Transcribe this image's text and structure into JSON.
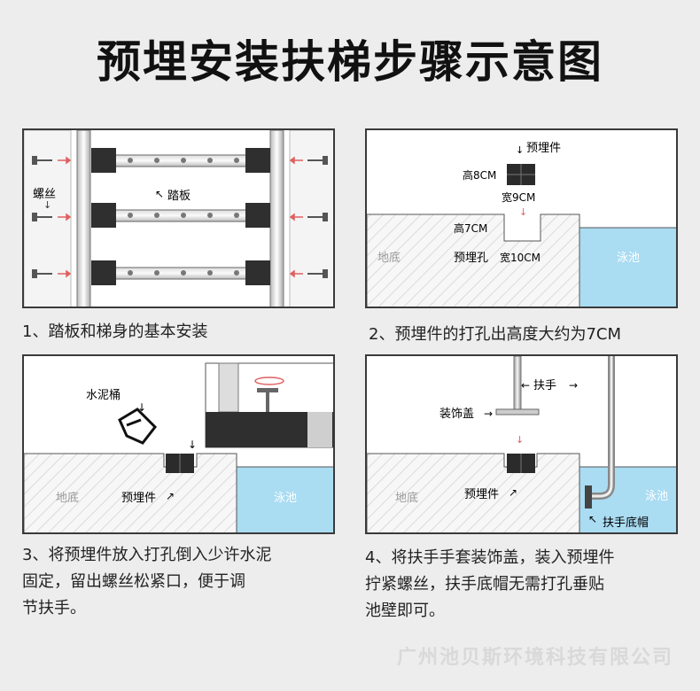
{
  "title": "预埋安装扶梯步骤示意图",
  "panel1": {
    "label_screw": "螺丝",
    "label_step": "踏板",
    "caption": "1、踏板和梯身的基本安装"
  },
  "panel2": {
    "label_embed": "预埋件",
    "label_h8": "高8CM",
    "label_w9": "宽9CM",
    "label_h7": "高7CM",
    "label_ground": "地底",
    "label_hole": "预埋孔",
    "label_w10": "宽10CM",
    "label_pool": "泳池",
    "caption": "2、预埋件的打孔出高度大约为7CM"
  },
  "panel3": {
    "label_cement": "水泥桶",
    "label_ground": "地底",
    "label_embed": "预埋件",
    "label_pool": "泳池",
    "caption_lines": [
      "3、将预埋件放入打孔倒入少许水泥",
      "固定，留出螺丝松紧口，便于调",
      "节扶手。"
    ]
  },
  "panel4": {
    "label_handrail": "扶手",
    "label_cover": "装饰盖",
    "label_ground": "地底",
    "label_embed": "预埋件",
    "label_pool": "泳池",
    "label_base": "扶手底帽",
    "caption_lines": [
      "4、将扶手手套装饰盖，装入预埋件",
      "拧紧螺丝，扶手底帽无需打孔垂贴",
      "池壁即可。"
    ]
  },
  "watermark": "广州池贝斯环境科技有限公司",
  "colors": {
    "pool": "#aadcf2",
    "ground_hatch": "#cfcfcf",
    "block": "#2b2b2b"
  }
}
